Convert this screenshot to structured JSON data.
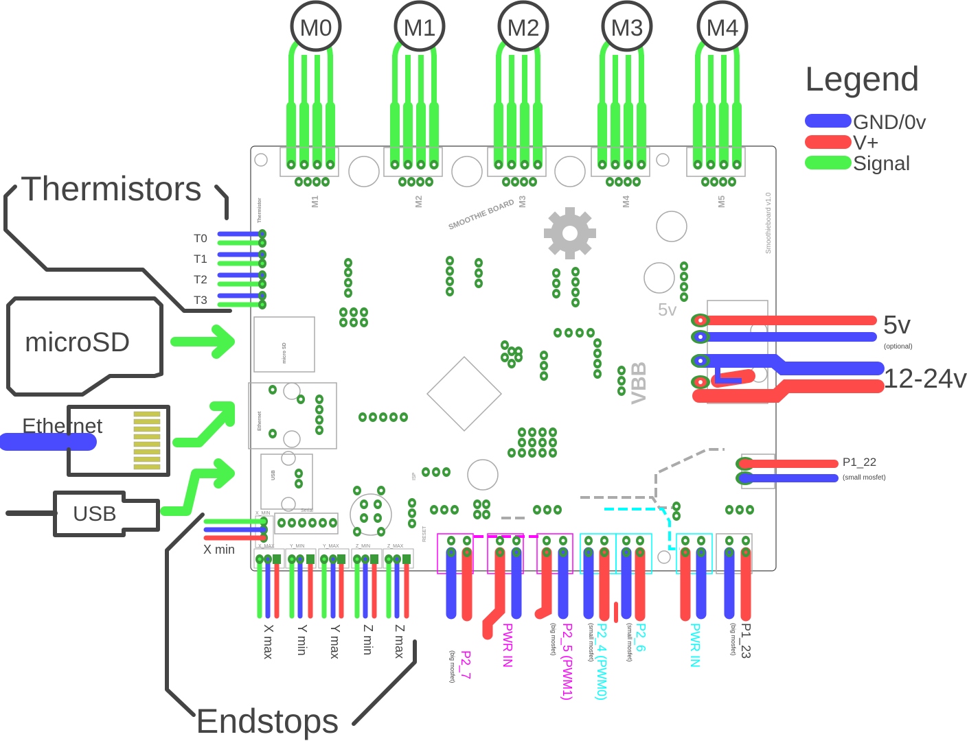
{
  "colors": {
    "gnd": "#4a4aff",
    "vplus": "#ff4a4a",
    "signal": "#4cf24c",
    "pad": "#3a9a3a",
    "outline": "#444444",
    "magenta": "#ff00ff",
    "cyan": "#00ffff"
  },
  "legend": {
    "title": "Legend",
    "items": [
      {
        "label": "GND/0v",
        "color": "#4a4aff"
      },
      {
        "label": "V+",
        "color": "#ff4a4a"
      },
      {
        "label": "Signal",
        "color": "#4cf24c"
      }
    ]
  },
  "motors": [
    "M0",
    "M1",
    "M2",
    "M3",
    "M4"
  ],
  "board": {
    "motor_connectors": [
      "M1",
      "M2",
      "M3",
      "M4",
      "M5"
    ],
    "thermistor_label": "Thermistor",
    "logo": "SMOOTHIE BOARD",
    "version": "Smoothieboard v1.0",
    "vbb": "VBB",
    "five_v": "5v",
    "microsd_slot": "micro SD",
    "ethernet_jack": "Ethernet",
    "usb_jack": "USB",
    "serial_header": "Serial",
    "isp": "ISP",
    "reset": "RESET",
    "endstop_headers": [
      "X_MIN",
      "X_MAX",
      "Y_MIN",
      "Y_MAX",
      "Z_MIN",
      "Z_MAX"
    ]
  },
  "left": {
    "thermistors": {
      "title": "Thermistors",
      "channels": [
        "T0",
        "T1",
        "T2",
        "T3"
      ]
    },
    "microsd": "microSD",
    "ethernet": "Ethernet",
    "usb": "USB",
    "xmin": "X min"
  },
  "endstops": {
    "title": "Endstops",
    "labels": [
      "X max",
      "Y min",
      "Y max",
      "Z min",
      "Z max"
    ]
  },
  "power": {
    "five_v": "5v",
    "five_v_note": "(optional)",
    "main": "12-24v",
    "p1_22": "P1_22",
    "p1_22_note": "(small mosfet)"
  },
  "outputs": [
    {
      "label": "P2_7",
      "note": "(big mosfet)",
      "color": "#ff00ff"
    },
    {
      "label": "PWR IN",
      "note": "",
      "color": "#ff00ff"
    },
    {
      "label": "P2_5 (PWM1)",
      "note": "(big mosfet)",
      "color": "#ff00ff"
    },
    {
      "label": "P2_4 (PWM0)",
      "note": "(small mosfet)",
      "color": "#00ffff"
    },
    {
      "label": "P2_6",
      "note": "(small mosfet)",
      "color": "#00ffff"
    },
    {
      "label": "PWR IN",
      "note": "",
      "color": "#00ffff"
    },
    {
      "label": "P1_23",
      "note": "(big mosfet)",
      "color": "#444444"
    }
  ]
}
